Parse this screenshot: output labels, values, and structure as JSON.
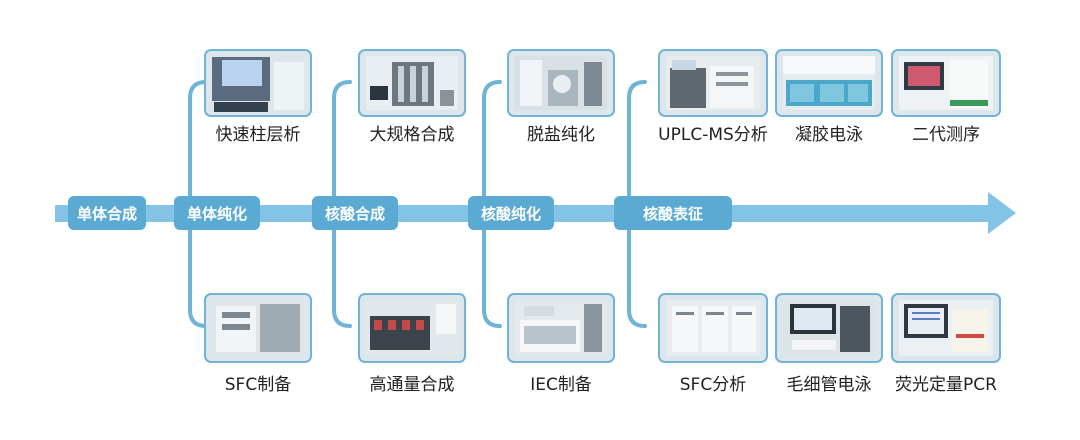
{
  "colors": {
    "timeline": "#82c3e6",
    "stage_fill": "#5aaad3",
    "connector": "#6fb3d6",
    "photo_border": "#6fb3d6",
    "label_text": "#222222"
  },
  "stages": [
    {
      "id": "s1",
      "label": "单体合成"
    },
    {
      "id": "s2",
      "label": "单体纯化"
    },
    {
      "id": "s3",
      "label": "核酸合成"
    },
    {
      "id": "s4",
      "label": "核酸纯化"
    },
    {
      "id": "s5",
      "label": "核酸表征"
    }
  ],
  "top_items": [
    {
      "id": "t1",
      "stage": "s2",
      "label": "快速柱层析",
      "photo": "flash-column-chromatography-photo"
    },
    {
      "id": "t2",
      "stage": "s3",
      "label": "大规格合成",
      "photo": "large-scale-synthesizer-photo"
    },
    {
      "id": "t3",
      "stage": "s4",
      "label": "脱盐纯化",
      "photo": "desalting-purification-photo"
    },
    {
      "id": "t4",
      "stage": "s5",
      "label": "UPLC-MS分析",
      "photo": "uplc-ms-instrument-photo"
    },
    {
      "id": "t5",
      "stage": "s5",
      "label": "凝胶电泳",
      "photo": "gel-electrophoresis-photo"
    },
    {
      "id": "t6",
      "stage": "s5",
      "label": "二代测序",
      "photo": "ngs-sequencer-photo"
    }
  ],
  "bottom_items": [
    {
      "id": "b1",
      "stage": "s2",
      "label": "SFC制备",
      "photo": "sfc-preparative-photo"
    },
    {
      "id": "b2",
      "stage": "s3",
      "label": "高通量合成",
      "photo": "high-throughput-synthesizer-photo"
    },
    {
      "id": "b3",
      "stage": "s4",
      "label": "IEC制备",
      "photo": "iec-preparative-photo"
    },
    {
      "id": "b4",
      "stage": "s5",
      "label": "SFC分析",
      "photo": "sfc-analytical-photo"
    },
    {
      "id": "b5",
      "stage": "s5",
      "label": "毛细管电泳",
      "photo": "capillary-electrophoresis-photo"
    },
    {
      "id": "b6",
      "stage": "s5",
      "label": "荧光定量PCR",
      "photo": "qpcr-instrument-photo"
    }
  ]
}
